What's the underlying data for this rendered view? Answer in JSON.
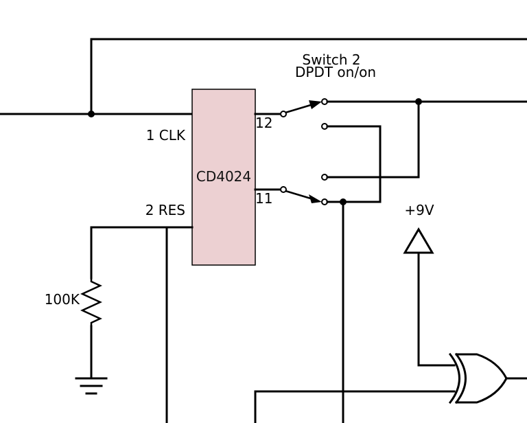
{
  "switch": {
    "title_line1": "Switch 2",
    "title_line2": "DPDT on/on"
  },
  "chip": {
    "name": "CD4024",
    "color": "#ecd0d2"
  },
  "pins": {
    "clk": "1 CLK",
    "res": "2 RES",
    "p12": "12",
    "p11": "11"
  },
  "resistor": {
    "value": "100K"
  },
  "power": {
    "label": "+9V"
  }
}
